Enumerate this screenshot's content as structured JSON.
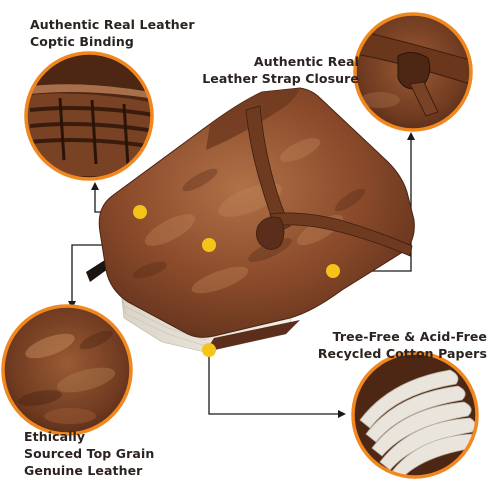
{
  "colors": {
    "accent_orange": "#f0871f",
    "marker_yellow": "#f5c31a",
    "leather_dark": "#5a2e1a",
    "leather_mid": "#8a4a2a",
    "leather_light": "#a86a42",
    "paper": "#ece6dc",
    "text": "#2b2320",
    "connector": "#1a1a1a"
  },
  "callouts": {
    "binding": {
      "line1": "Authentic Real Leather",
      "line2": "Coptic Binding"
    },
    "strap": {
      "line1": "Authentic Real",
      "line2": "Leather Strap Closure"
    },
    "paper": {
      "line1": "Tree-Free & Acid-Free",
      "line2": "Recycled Cotton Papers"
    },
    "grain": {
      "line1": "Ethically",
      "line2": "Sourced Top Grain",
      "line3": "Genuine Leather"
    }
  },
  "icons": {
    "marker": "yellow-dot-icon",
    "arrow": "arrow-head-icon"
  }
}
